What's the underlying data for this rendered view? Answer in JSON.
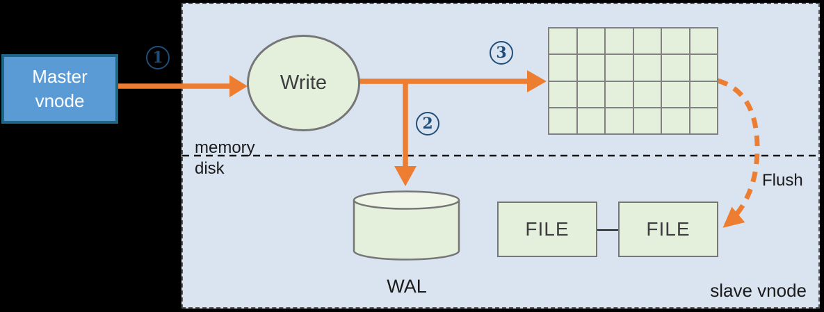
{
  "colors": {
    "accent": "#ED7D31",
    "master-fill": "#5B9BD5",
    "master-border": "#1F6687",
    "node-fill": "#E5F0DC",
    "node-border": "#767676",
    "panel-bg": "#DAE4F1",
    "step-badge": "#1F4E79",
    "text": "#1A1A1A"
  },
  "diagram": {
    "master_node": {
      "line1": "Master",
      "line2": "vnode"
    },
    "write_node": {
      "label": "Write"
    },
    "steps": [
      {
        "n": "1"
      },
      {
        "n": "2"
      },
      {
        "n": "3"
      }
    ],
    "grid": {
      "rows": 4,
      "cols": 6
    },
    "zones": {
      "memory": "memory",
      "disk": "disk"
    },
    "wal": {
      "label": "WAL"
    },
    "files": [
      {
        "label": "FILE"
      },
      {
        "label": "FILE"
      }
    ],
    "flush": {
      "label": "Flush"
    },
    "panel": {
      "label": "slave vnode"
    }
  }
}
